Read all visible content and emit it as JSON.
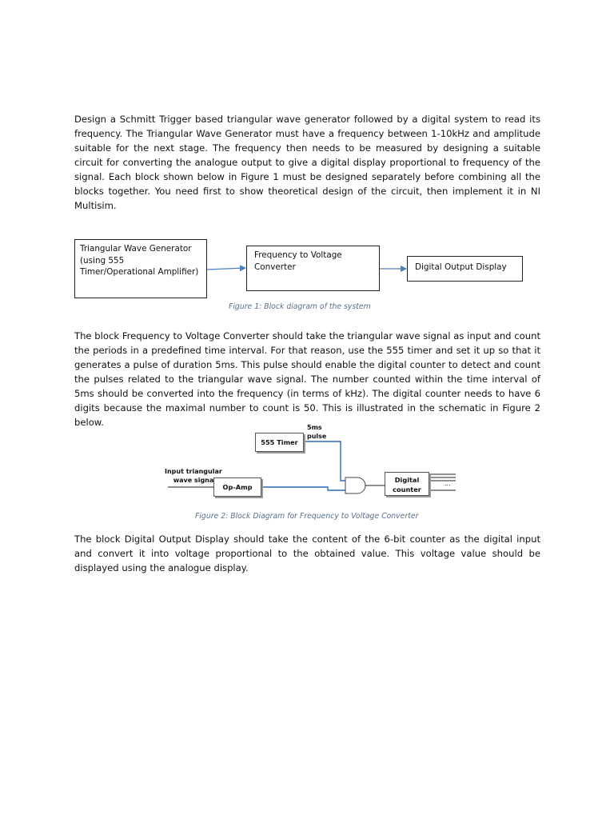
{
  "intro_paragraph": "Design a Schmitt Trigger based triangular wave generator followed by a digital system to read its frequency. The Triangular Wave Generator must have a frequency between 1-10kHz and amplitude suitable for the next stage. The frequency then needs to be measured by designing a suitable circuit for converting the analogue output to give a digital display proportional to frequency of the signal. Each block shown below in Figure 1 must be designed separately before combining all the blocks together. You need first to show theoretical design of the circuit, then implement it in NI Multisim.",
  "figure1": {
    "block_generator": "Triangular Wave Generator (using 555 Timer/Operational Amplifier)",
    "block_converter": "Frequency to Voltage Converter",
    "block_display": "Digital Output Display",
    "caption": "Figure 1: Block diagram of the system",
    "arrow_color": "#4a7fc1"
  },
  "converter_paragraph": "The block Frequency to Voltage Converter should take the triangular wave signal as input and count the periods in a predefined time interval. For that reason, use the 555 timer and set it up so that it generates a pulse of duration 5ms. This pulse should enable the digital counter to detect and count the pulses related to the triangular wave signal. The number counted within the time interval of 5ms should be converted into the frequency (in terms of kHz). The digital counter needs to have 6 digits because the maximal number to count is 50. This is illustrated in the schematic in Figure 2 below.",
  "figure2": {
    "timer_label": "555 Timer",
    "pulse_label_line1": "5ms",
    "pulse_label_line2": "pulse",
    "input_label_line1": "Input triangular",
    "input_label_line2": "wave signal",
    "opamp_label": "Op-Amp",
    "counter_label_line1": "Digital",
    "counter_label_line2": "counter",
    "ellipsis": "...",
    "caption": "Figure 2: Block Diagram for Frequency to Voltage Converter",
    "wire_color": "#2f6db5"
  },
  "display_paragraph": "The block Digital Output Display should take the content of the 6-bit counter as the digital input and convert it into voltage proportional to the obtained value. This voltage value should be displayed using the analogue display."
}
